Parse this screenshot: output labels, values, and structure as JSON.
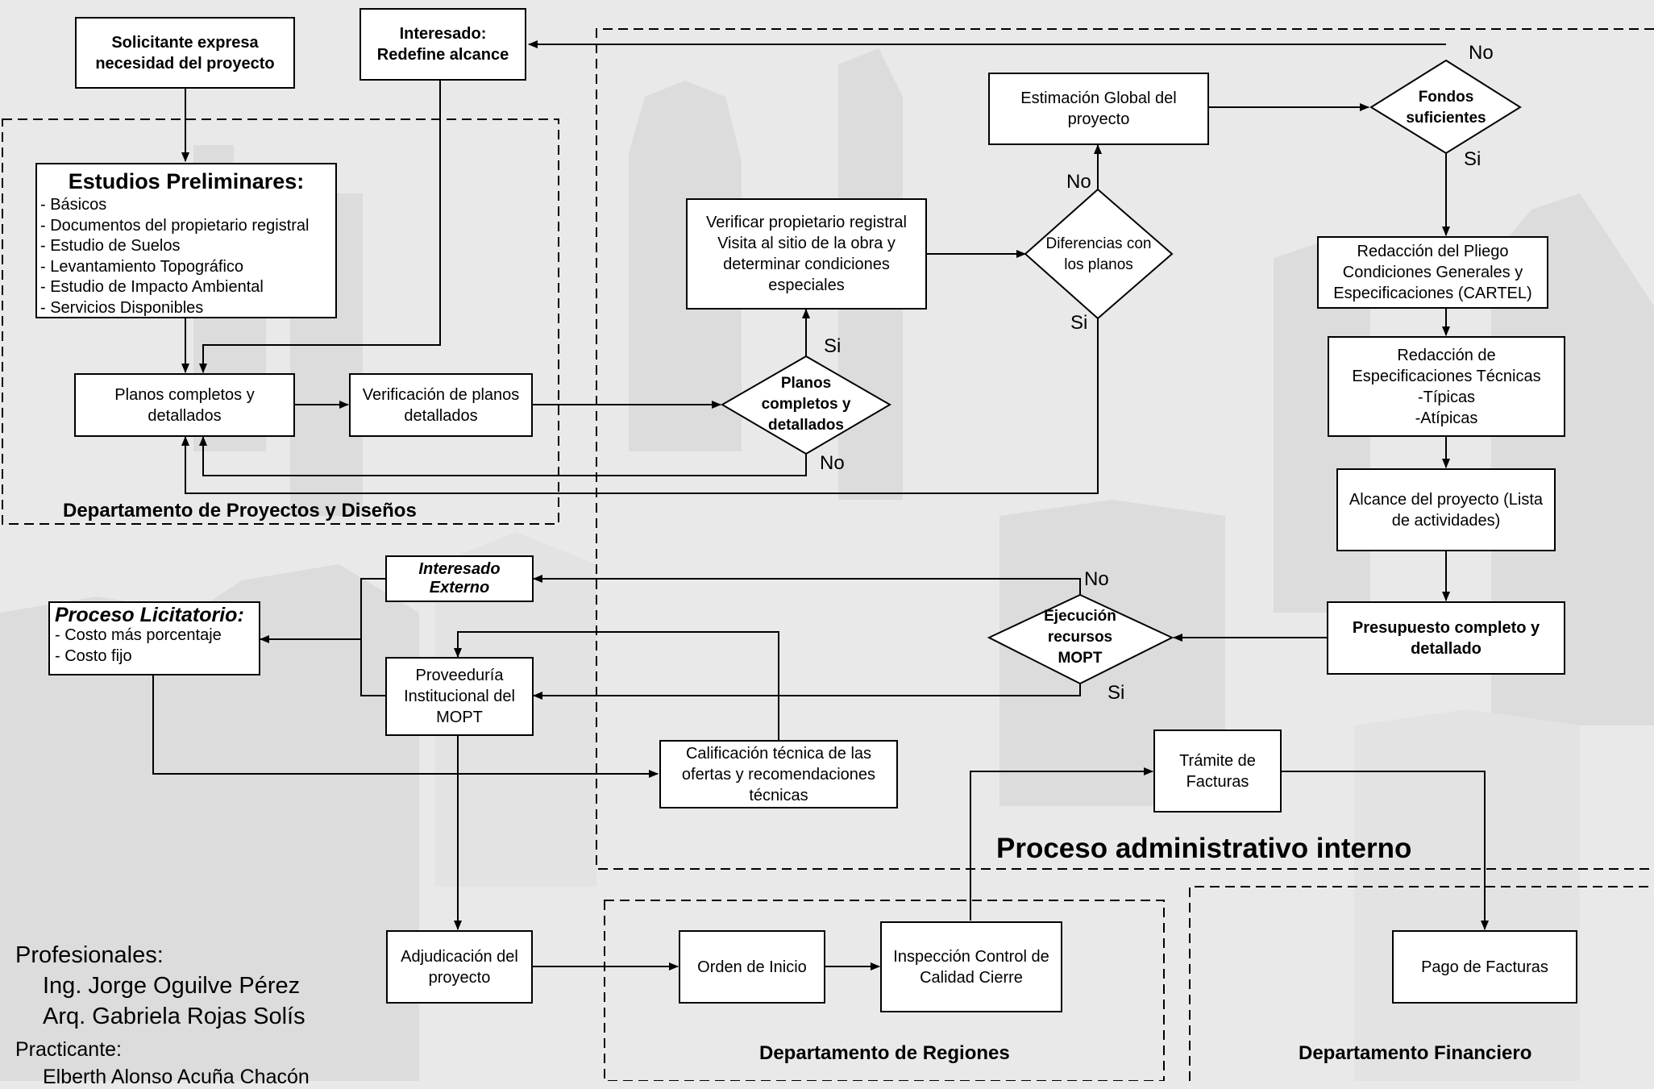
{
  "colors": {
    "background": "#e9e9e9",
    "skyline": "#d9d9d9",
    "line": "#000000",
    "box_fill": "#ffffff"
  },
  "boxes": {
    "solicitante": "Solicitante expresa necesidad del proyecto",
    "interesado_redefine": "Interesado: Redefine alcance",
    "estudios": {
      "title": "Estudios Preliminares:",
      "items": [
        "- Básicos",
        "- Documentos del propietario registral",
        "- Estudio de Suelos",
        "- Levantamiento Topográfico",
        "- Estudio de Impacto Ambiental",
        "- Servicios Disponibles"
      ]
    },
    "planos_completos": "Planos completos y detallados",
    "verificacion_planos": "Verificación de planos detallados",
    "verificar_propietario": "Verificar propietario registral Visita al sitio de la obra y determinar condiciones especiales",
    "estimacion_global": "Estimación Global del proyecto",
    "redaccion_pliego": "Redacción del Pliego Condiciones Generales y Especificaciones (CARTEL)",
    "redaccion_espec": [
      "Redacción de",
      "Especificaciones Técnicas",
      "-Típicas",
      "-Atípicas"
    ],
    "alcance": "Alcance del proyecto (Lista de actividades)",
    "presupuesto": "Presupuesto completo y detallado",
    "interesado_externo": "Interesado Externo",
    "proceso_licitatorio": {
      "title": "Proceso Licitatorio:",
      "items": [
        "- Costo más porcentaje",
        "- Costo fijo"
      ]
    },
    "proveeduria": "Proveeduría Institucional del MOPT",
    "calificacion": "Calificación técnica de las ofertas y recomendaciones técnicas",
    "tramite_facturas": "Trámite de Facturas",
    "adjudicacion": "Adjudicación del proyecto",
    "orden_inicio": "Orden de Inicio",
    "inspeccion": "Inspección Control de Calidad Cierre",
    "pago_facturas": "Pago de Facturas"
  },
  "decisions": {
    "fondos": "Fondos suficientes",
    "diferencias": "Diferencias con los planos",
    "planos_check": "Planos completos y detallados",
    "ejecucion": "Ejecución recursos MOPT"
  },
  "branch_labels": {
    "yes": "Si",
    "no": "No"
  },
  "groups": {
    "proyectos": "Departamento de Proyectos y Diseños",
    "administrativo": "Proceso administrativo interno",
    "regiones": "Departamento de Regiones",
    "financiero": "Departamento Financiero"
  },
  "credits": {
    "profesionales_label": "Profesionales:",
    "profesional_1": "Ing. Jorge Oguilve Pérez",
    "profesional_2": "Arq. Gabriela Rojas Solís",
    "practicante_label": "Practicante:",
    "practicante": "Elberth Alonso Acuña Chacón"
  }
}
